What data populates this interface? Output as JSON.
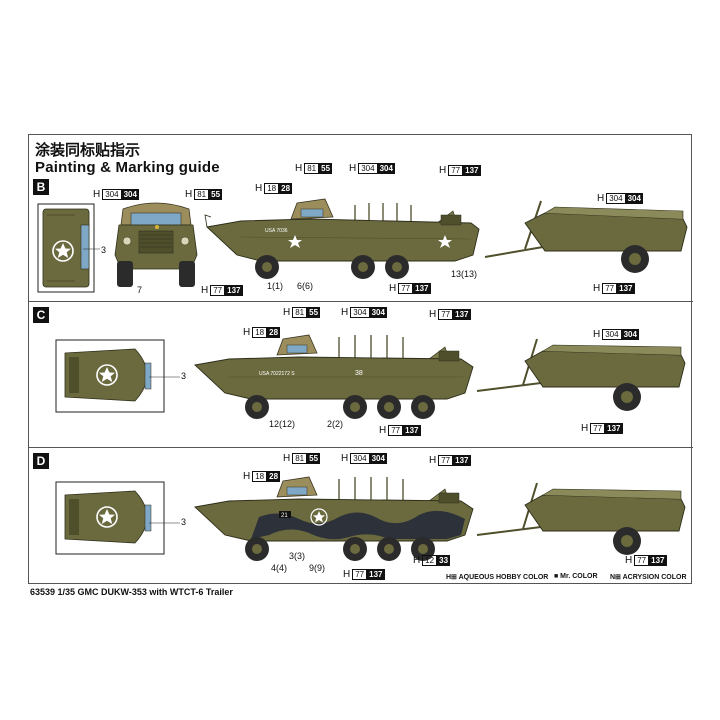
{
  "header": {
    "title_cn": "涂装同标贴指示",
    "title_en": "Painting & Marking guide"
  },
  "sections": {
    "b": {
      "label": "B",
      "h_prefix": "H",
      "code_front_left": "304",
      "code_front_left_mr": "304",
      "code_front_right": "81",
      "code_front_right_mr": "55",
      "code_canvas": "18",
      "code_canvas_mr": "28",
      "code_top_left": "81",
      "code_top_left_mr": "55",
      "code_top_mid": "304",
      "code_top_mid_mr": "304",
      "code_top_right": "77",
      "code_top_right_mr": "137",
      "code_trailer": "304",
      "code_trailer_mr": "304",
      "code_bottom_front": "77",
      "code_bottom_front_mr": "137",
      "code_bottom_mid": "77",
      "code_bottom_mid_mr": "137",
      "code_bottom_trailer": "77",
      "code_bottom_trailer_mr": "137",
      "callout_3": "3",
      "callout_7": "7",
      "callout_1": "1(1)",
      "callout_6": "6(6)",
      "callout_13": "13(13)",
      "hull_text": "USA 7036"
    },
    "c": {
      "label": "C",
      "h_prefix": "H",
      "code_canvas": "18",
      "code_canvas_mr": "28",
      "code_top_left": "81",
      "code_top_left_mr": "55",
      "code_top_mid": "304",
      "code_top_mid_mr": "304",
      "code_top_right": "77",
      "code_top_right_mr": "137",
      "code_trailer": "304",
      "code_trailer_mr": "304",
      "code_bottom_mid": "77",
      "code_bottom_mid_mr": "137",
      "code_bottom_trailer": "77",
      "code_bottom_trailer_mr": "137",
      "callout_3": "3",
      "callout_12": "12(12)",
      "callout_2": "2(2)",
      "hull_text": "USA 7022172  S",
      "hull_num": "38"
    },
    "d": {
      "label": "D",
      "h_prefix": "H",
      "code_canvas": "18",
      "code_canvas_mr": "28",
      "code_top_left": "81",
      "code_top_left_mr": "55",
      "code_top_mid": "304",
      "code_top_mid_mr": "304",
      "code_top_right": "77",
      "code_top_right_mr": "137",
      "code_black": "12",
      "code_black_mr": "33",
      "code_bottom": "77",
      "code_bottom_mr": "137",
      "code_trailer": "77",
      "code_trailer_mr": "137",
      "callout_3": "3",
      "callout_3b": "3(3)",
      "callout_4": "4(4)",
      "callout_9": "9(9)",
      "hull_num": "21"
    }
  },
  "legend": {
    "aqueous": "H⊞ AQUEOUS HOBBY COLOR",
    "mr": "■ Mr. COLOR",
    "acrysion": "N⊞ ACRYSION COLOR"
  },
  "footer": {
    "product": "63539 1/35 GMC DUKW-353 with WTCT-6 Trailer"
  },
  "colors": {
    "olive": "#6b6a3f",
    "olive_dark": "#4f4f2c",
    "olive_light": "#8b8a5a",
    "canvas": "#9b8d5c",
    "black_camo": "#2a2e3a",
    "tire": "#2b2b2b",
    "star": "#ffffff"
  }
}
